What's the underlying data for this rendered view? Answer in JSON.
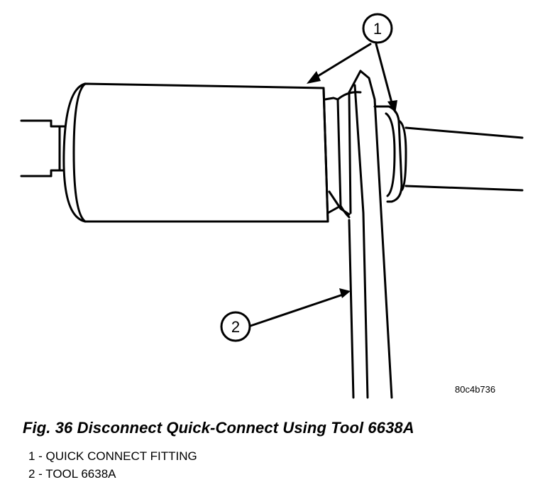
{
  "figure": {
    "caption": "Fig. 36 Disconnect Quick-Connect Using Tool 6638A",
    "image_id_label": "80c4b736",
    "callouts": [
      {
        "number": "1"
      },
      {
        "number": "2"
      }
    ],
    "legend": [
      {
        "text": "1 - QUICK CONNECT FITTING"
      },
      {
        "text": "2 - TOOL 6638A"
      }
    ]
  }
}
